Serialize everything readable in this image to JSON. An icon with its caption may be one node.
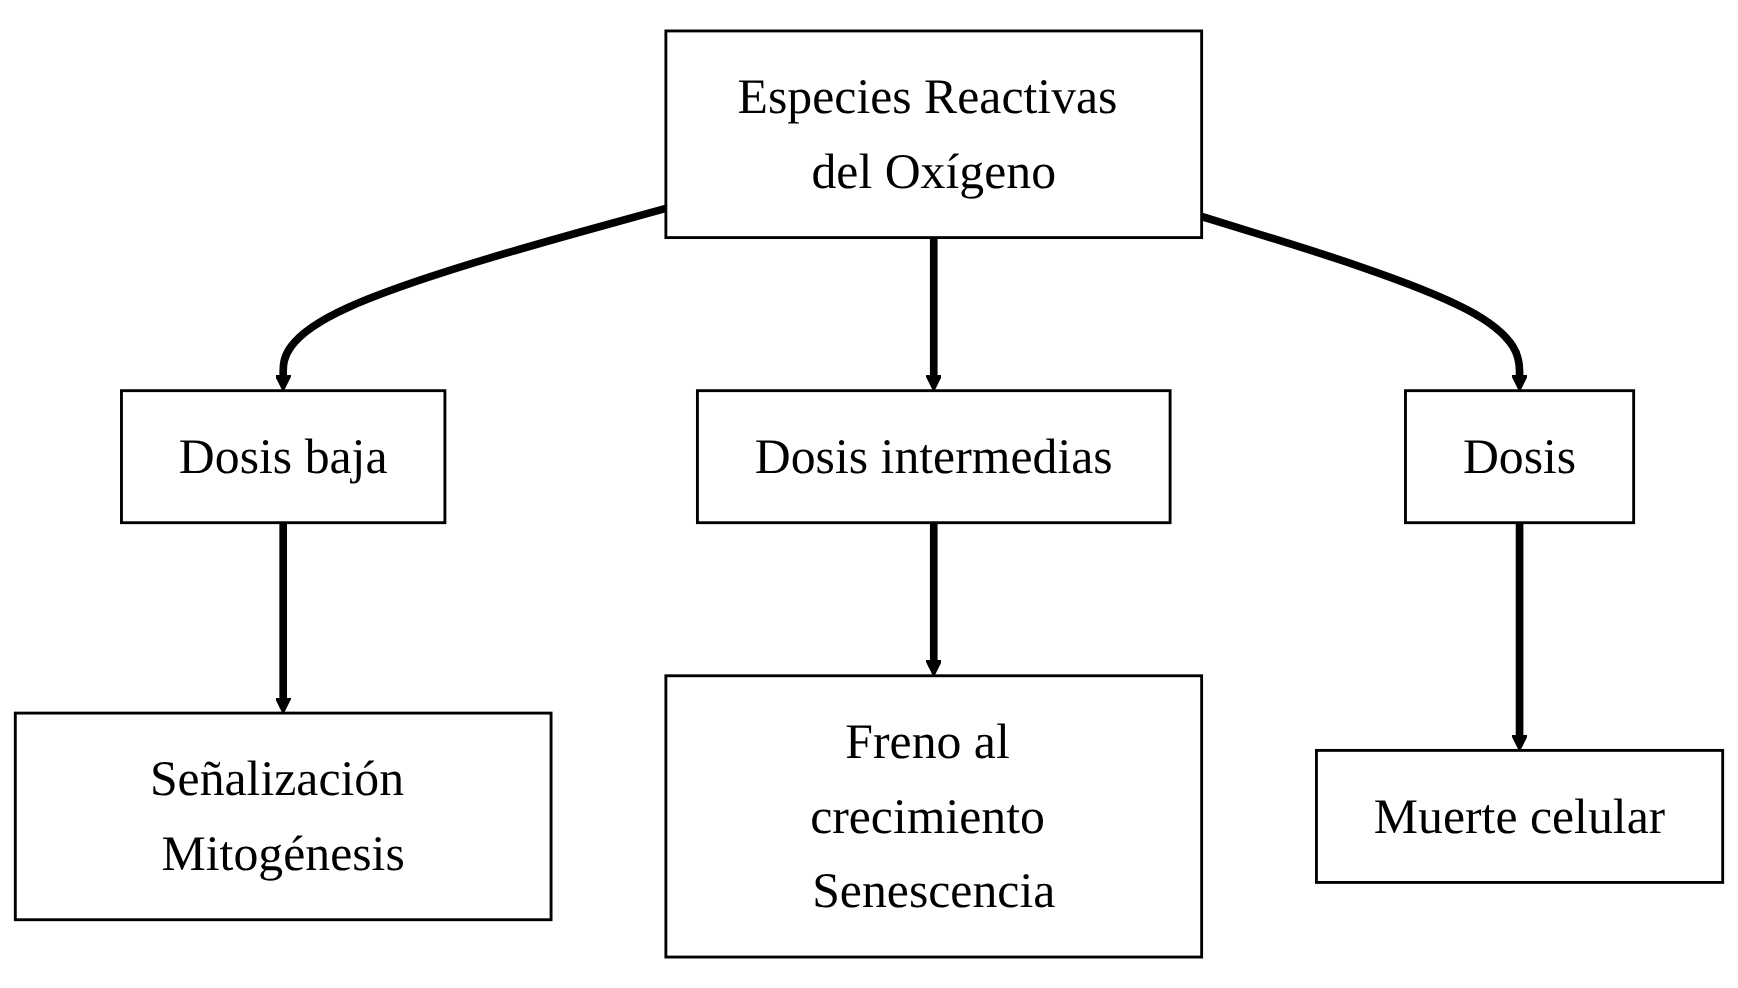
{
  "diagram": {
    "nodes": [
      {
        "text": [
          "Especies Reactivas del Oxígeno"
        ]
      },
      {
        "text": [
          "Dosis baja"
        ]
      },
      {
        "text": [
          "Dosis intermedias"
        ]
      },
      {
        "text": [
          "Dosis"
        ]
      },
      {
        "text": [
          "Señalización Mitogénesis"
        ]
      },
      {
        "text": [
          "Freno al crecimiento Senescencia"
        ]
      },
      {
        "text": [
          "Muerte celular"
        ]
      }
    ],
    "edges": [
      {
        "from": 0,
        "to": 1,
        "arrow": "to"
      },
      {
        "from": 0,
        "to": 2,
        "arrow": "to"
      },
      {
        "from": 0,
        "to": 3,
        "arrow": "to"
      },
      {
        "from": 1,
        "to": 4,
        "arrow": "to"
      },
      {
        "from": 2,
        "to": 5,
        "arrow": "to"
      },
      {
        "from": 3,
        "to": 6,
        "arrow": "to"
      }
    ]
  }
}
